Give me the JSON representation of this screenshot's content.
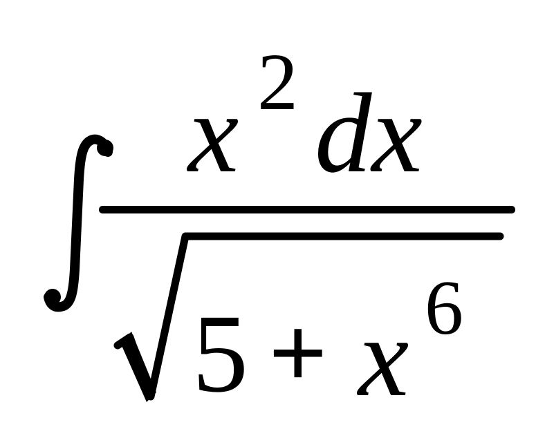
{
  "formula": {
    "integral_sign": "∫",
    "numerator": {
      "base": "x",
      "exponent": "2",
      "differential": "dx"
    },
    "denominator": {
      "radicand_constant": "5",
      "operator": "+",
      "base": "x",
      "exponent": "6"
    }
  },
  "colors": {
    "ink": "#000000",
    "background": "#ffffff"
  }
}
